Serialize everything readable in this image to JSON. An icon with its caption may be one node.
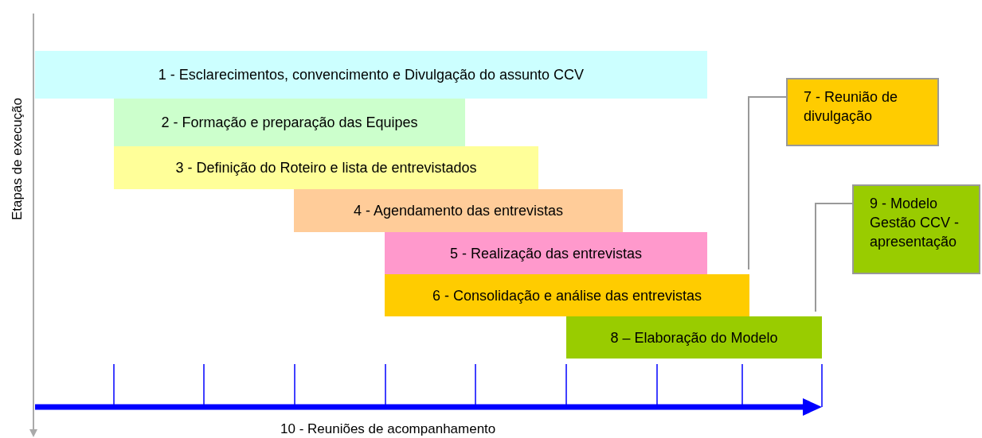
{
  "diagram": {
    "nodes": [
      {
        "text": [
          "1 - Esclarecimentos, convencimento e Divulgação do assunto CCV"
        ]
      },
      {
        "text": [
          "2 - Formação e preparação das Equipes"
        ]
      },
      {
        "text": [
          "3 - Definição do Roteiro e lista de entrevistados"
        ]
      },
      {
        "text": [
          "4 - Agendamento das entrevistas"
        ]
      },
      {
        "text": [
          "5 - Realização das entrevistas"
        ]
      },
      {
        "text": [
          "6 - Consolidação e análise das entrevistas"
        ]
      },
      {
        "text": [
          "7 - Reunião de divulgação"
        ]
      },
      {
        "text": [
          "8 – Elaboração do Modelo"
        ]
      },
      {
        "text": [
          "9 - Modelo Gestão CCV - apresentação"
        ]
      }
    ],
    "edges": [
      {
        "from": 6,
        "to": 5,
        "arrow": "none"
      },
      {
        "from": 8,
        "to": 7,
        "arrow": "none"
      }
    ],
    "labels": [
      "Etapas de execução",
      "10 - Reuniões de acompanhamento"
    ]
  }
}
